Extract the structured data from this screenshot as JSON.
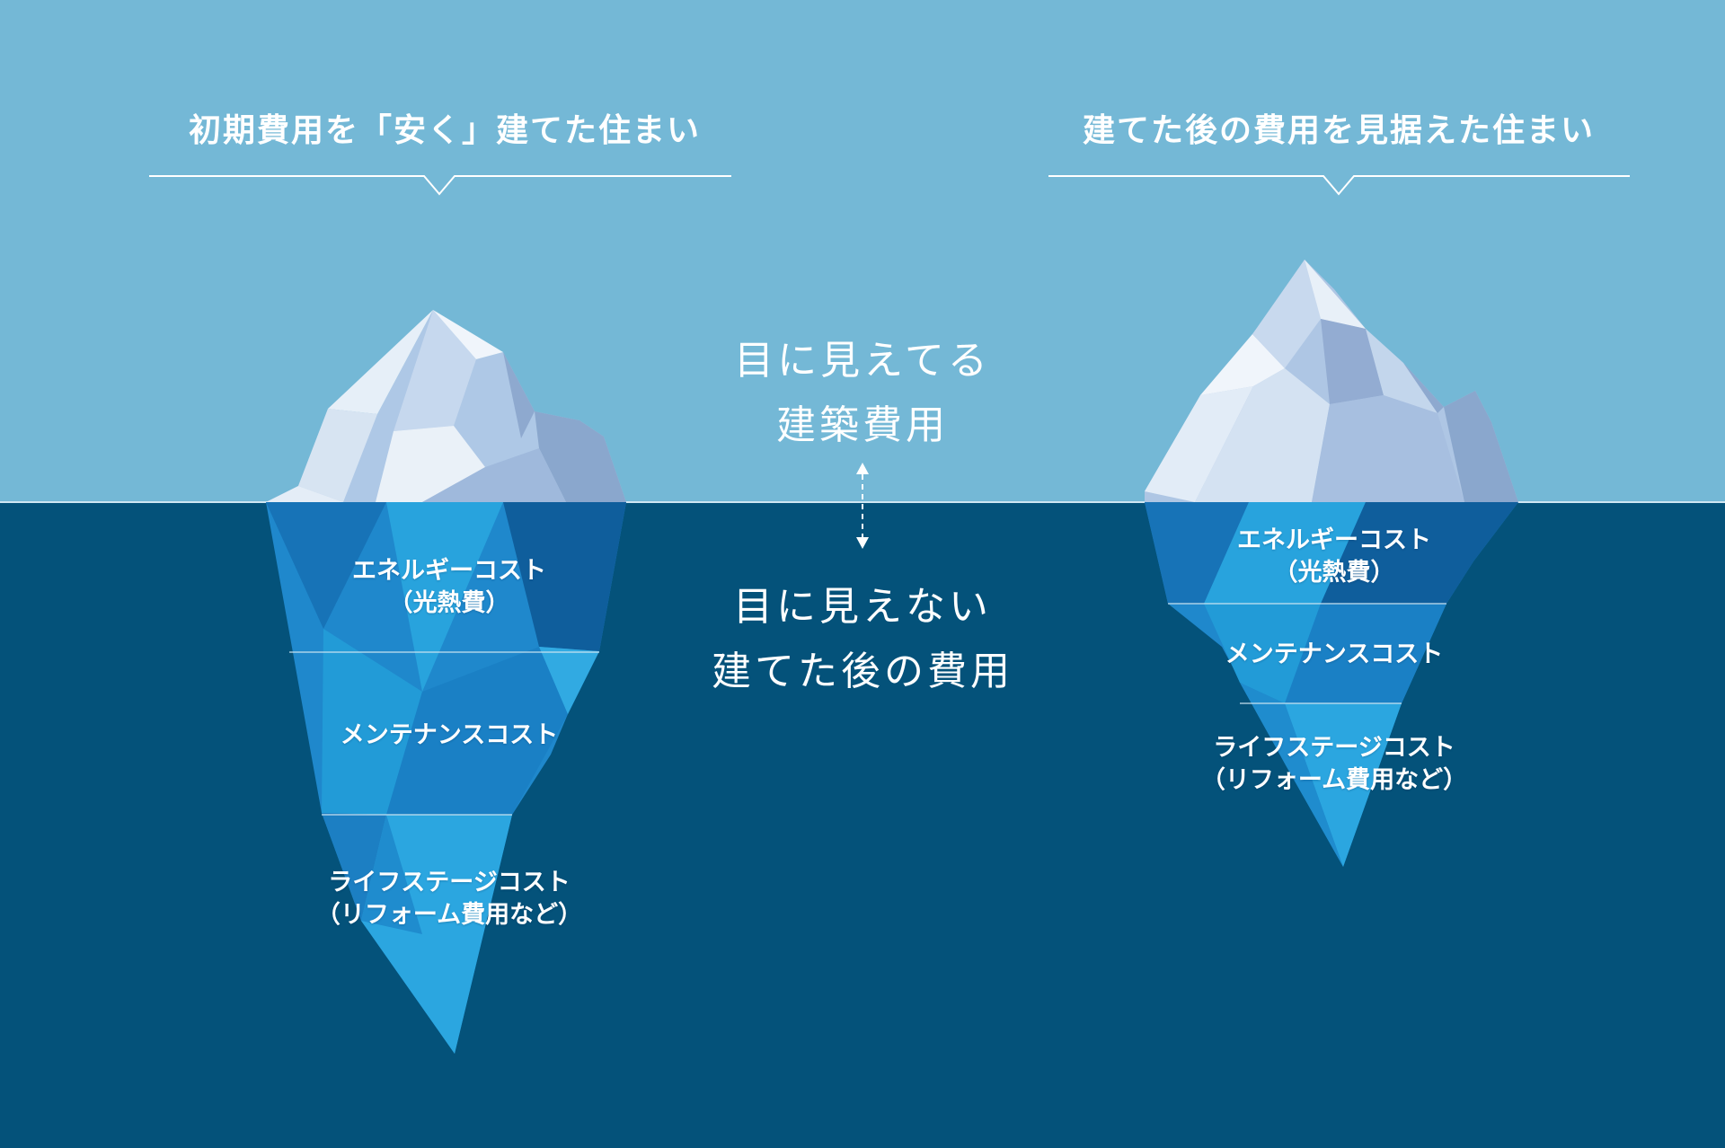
{
  "colors": {
    "sky": "#74b8d6",
    "sea": "#04527a",
    "text": "#ffffff",
    "ice_light": "#e3edf7",
    "ice_mid": "#adc7e6",
    "ice_shadow": "#8aa7cd",
    "underwater_light": "#27a2dd",
    "underwater_mid": "#1f88cc",
    "underwater_dark": "#0f5e9c"
  },
  "left_panel": {
    "heading": "初期費用を「安く」建てた住まい",
    "sections": {
      "energy": {
        "title": "エネルギーコスト",
        "sub": "（光熱費）"
      },
      "maintenance": {
        "title": "メンテナンスコスト"
      },
      "lifestage": {
        "title": "ライフステージコスト",
        "sub": "（リフォーム費用など）"
      }
    }
  },
  "right_panel": {
    "heading": "建てた後の費用を見据えた住まい",
    "sections": {
      "energy": {
        "title": "エネルギーコスト",
        "sub": "（光熱費）"
      },
      "maintenance": {
        "title": "メンテナンスコスト"
      },
      "lifestage": {
        "title": "ライフステージコスト",
        "sub": "（リフォーム費用など）"
      }
    }
  },
  "center": {
    "visible": {
      "line1": "目に見えてる",
      "line2": "建築費用"
    },
    "invisible": {
      "line1": "目に見えない",
      "line2": "建てた後の費用"
    }
  }
}
